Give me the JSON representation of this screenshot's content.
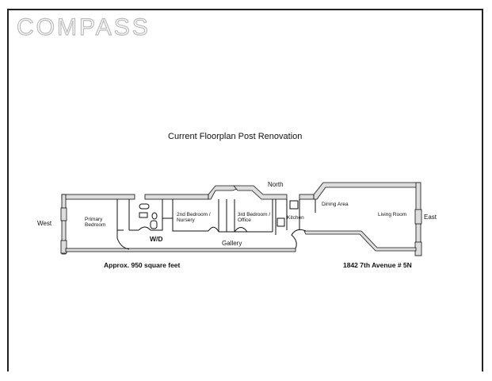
{
  "brand": {
    "logo_text": "COMPASS"
  },
  "title": "Current Floorplan Post Renovation",
  "directions": {
    "north": "North",
    "west": "West",
    "east": "East"
  },
  "rooms": {
    "primary_bedroom": "Primary Bedroom",
    "wd": "W/D",
    "bedroom2": "2nd Bedroom / Nursery",
    "bedroom3": "3rd Bedroom / Office",
    "kitchen": "Kitchen",
    "dining": "Dining Area",
    "living": "Living Room",
    "gallery": "Gallery"
  },
  "footer": {
    "area": "Approx. 950 square feet",
    "address": "1842 7th Avenue # 5N"
  }
}
